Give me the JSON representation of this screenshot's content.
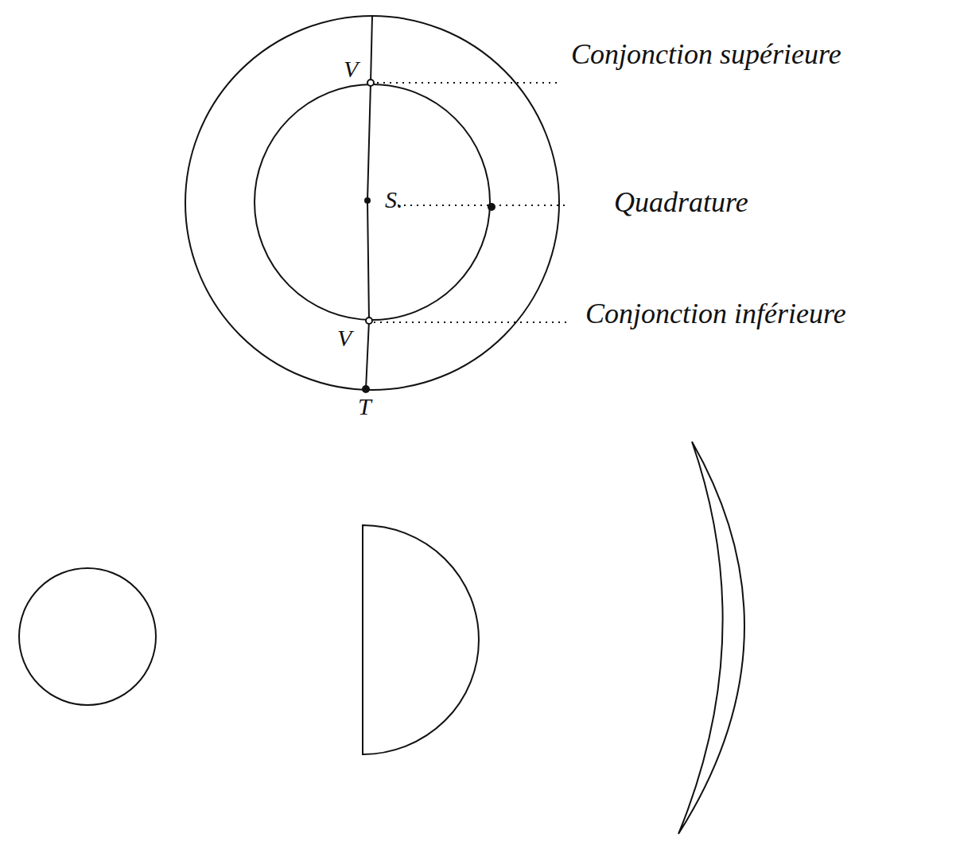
{
  "diagram": {
    "labels": [
      "V",
      "S.",
      "V",
      "T",
      "Conjonction supérieure",
      "Quadrature",
      "Conjonction inférieure"
    ]
  }
}
